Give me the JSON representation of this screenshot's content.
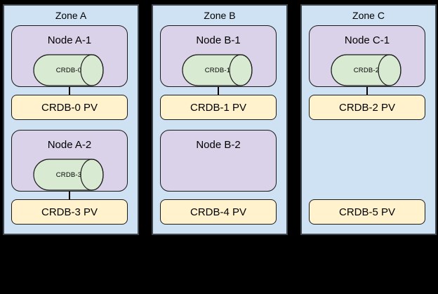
{
  "colors": {
    "background": "#000000",
    "zone_fill": "#cfe2f3",
    "zone_border": "#40474f",
    "node_fill": "#d9d2e9",
    "node_border": "#1a1a1a",
    "pod_fill": "#d9ead3",
    "pod_border": "#1a1a1a",
    "pv_fill": "#fff2cc",
    "pv_border": "#1a1a1a",
    "connector": "#000000",
    "text": "#000000"
  },
  "zones": [
    {
      "label": "Zone A",
      "slots": [
        {
          "node": {
            "label": "Node A-1",
            "pod": {
              "label": "CRDB-0",
              "connected": true
            }
          },
          "pv": {
            "label": "CRDB-0 PV"
          }
        },
        {
          "node": {
            "label": "Node A-2",
            "pod": {
              "label": "CRDB-3",
              "connected": true
            }
          },
          "pv": {
            "label": "CRDB-3 PV"
          }
        }
      ]
    },
    {
      "label": "Zone B",
      "slots": [
        {
          "node": {
            "label": "Node B-1",
            "pod": {
              "label": "CRDB-1",
              "connected": true
            }
          },
          "pv": {
            "label": "CRDB-1 PV"
          }
        },
        {
          "node": {
            "label": "Node B-2",
            "pod": null
          },
          "pv": {
            "label": "CRDB-4 PV"
          }
        }
      ]
    },
    {
      "label": "Zone C",
      "slots": [
        {
          "node": {
            "label": "Node C-1",
            "pod": {
              "label": "CRDB-2",
              "connected": true
            }
          },
          "pv": {
            "label": "CRDB-2 PV"
          }
        },
        {
          "node": null,
          "pv": {
            "label": "CRDB-5 PV"
          }
        }
      ]
    }
  ]
}
